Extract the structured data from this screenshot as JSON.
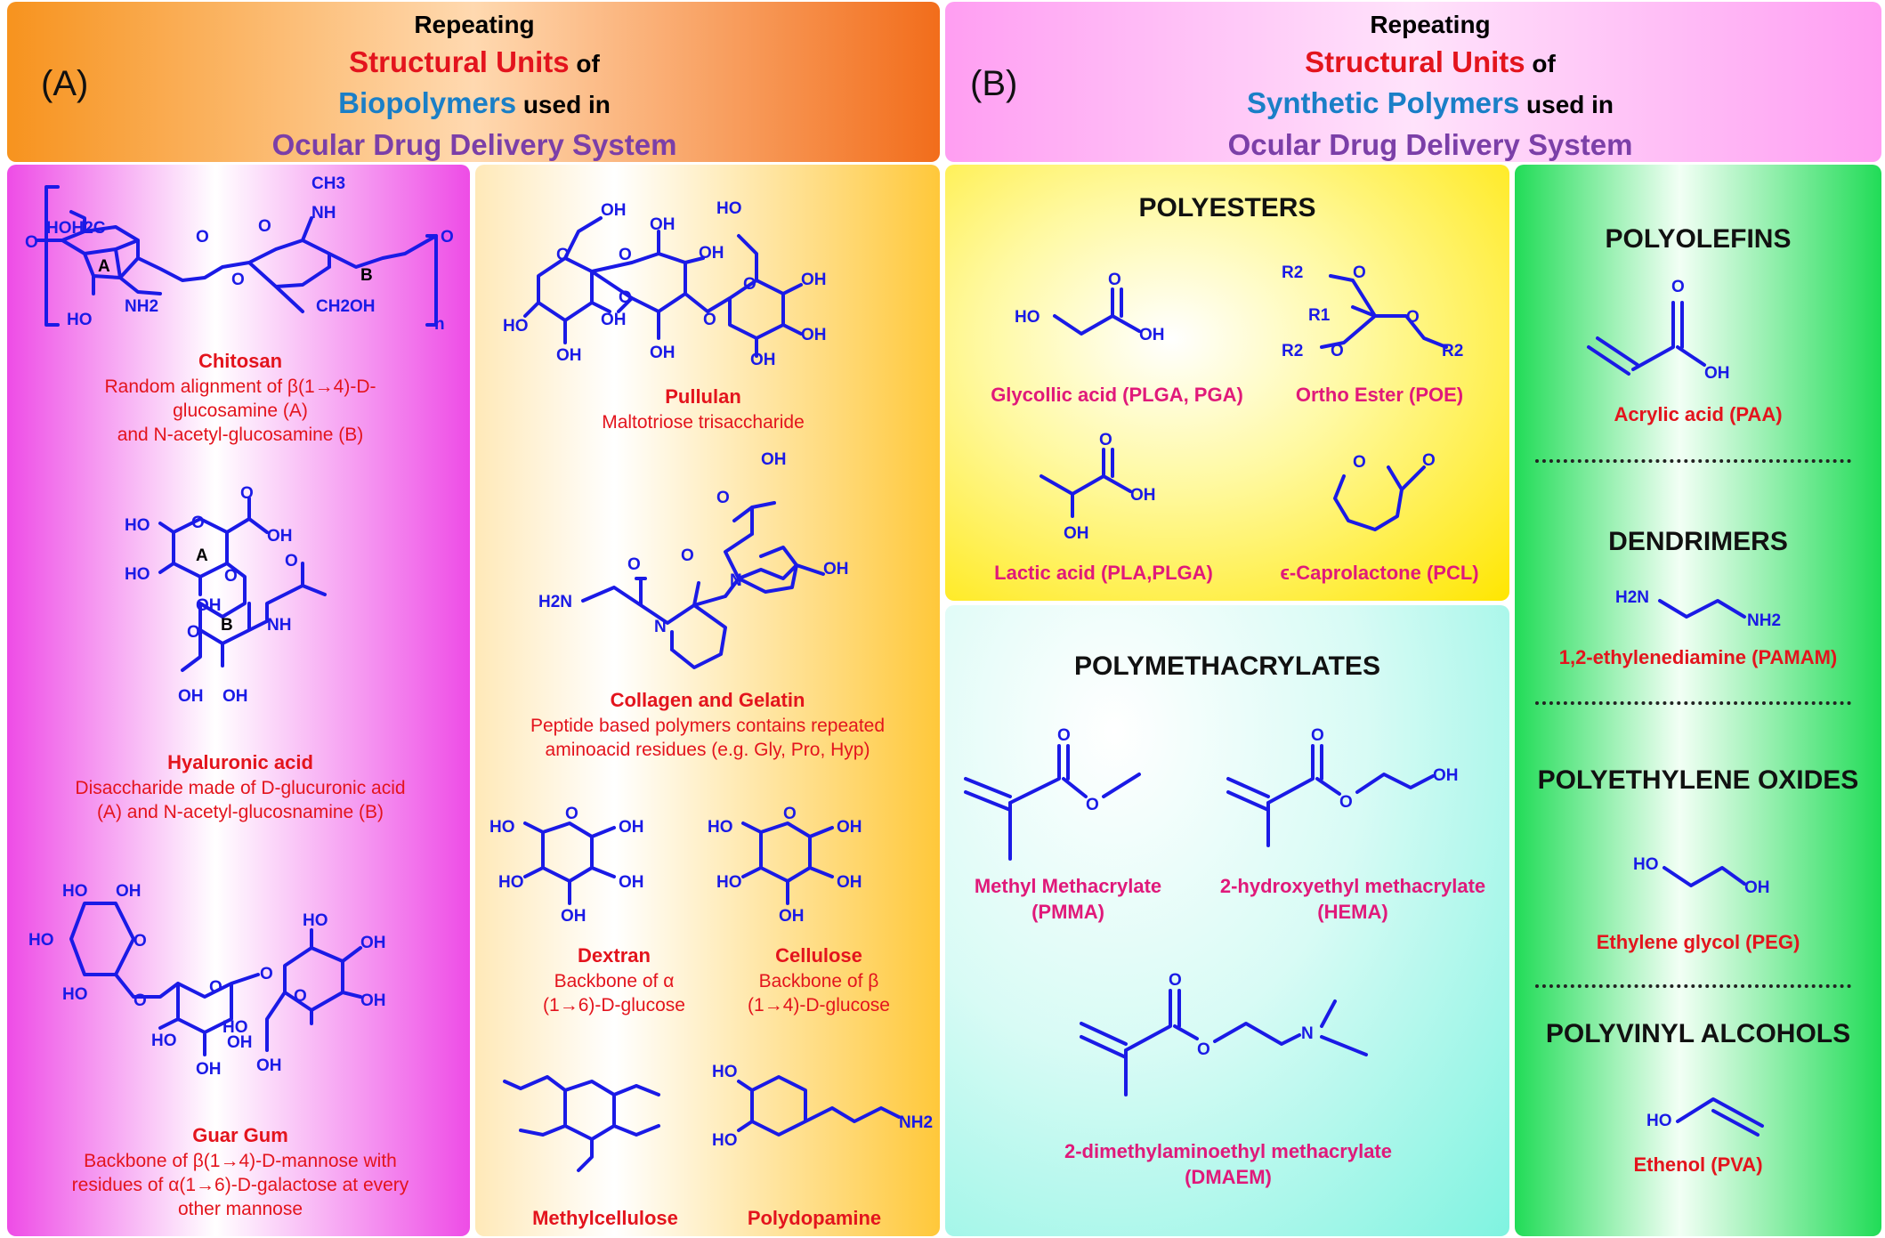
{
  "panel_a": {
    "label": "(A)",
    "header": {
      "l1": "Repeating",
      "l2a": "Structural Units",
      "l2b": " of",
      "l3a": "Biopolymers",
      "l3b": " used in",
      "l4": "Ocular Drug Delivery System"
    },
    "chitosan": {
      "name": "Chitosan",
      "desc1": "Random alignment of β(1→4)-D-",
      "desc2": "glucosamine (A)",
      "desc3": "and N-acetyl-glucosamine (B)"
    },
    "hyaluronic": {
      "name": "Hyaluronic acid",
      "desc1": "Disaccharide made of D-glucuronic acid",
      "desc2": "(A) and N-acetyl-glucosnamine (B)"
    },
    "guar": {
      "name": "Guar Gum",
      "desc1": "Backbone of β(1→4)-D-mannose with",
      "desc2": "residues of α(1→6)-D-galactose at every",
      "desc3": "other mannose"
    },
    "pullulan": {
      "name": "Pullulan",
      "desc": "Maltotriose trisaccharide"
    },
    "collagen": {
      "name": "Collagen and Gelatin",
      "desc1": "Peptide based polymers contains repeated",
      "desc2": "aminoacid residues (e.g. Gly, Pro, Hyp)"
    },
    "dextran": {
      "name": "Dextran",
      "desc1": "Backbone of α",
      "desc2": "(1→6)-D-glucose"
    },
    "cellulose": {
      "name": "Cellulose",
      "desc1": "Backbone of β",
      "desc2": "(1→4)-D-glucose"
    },
    "methylcellulose": {
      "name": "Methylcellulose"
    },
    "polydopamine": {
      "name": "Polydopamine"
    }
  },
  "panel_b": {
    "label": "(B)",
    "header": {
      "l1": "Repeating",
      "l2a": "Structural Units",
      "l2b": " of",
      "l3a": "Synthetic Polymers",
      "l3b": " used in",
      "l4": "Ocular Drug Delivery System"
    },
    "polyesters": {
      "title": "POLYESTERS",
      "glycolic": "Glycollic acid (PLGA, PGA)",
      "ortho": "Ortho Ester (POE)",
      "lactic": "Lactic acid (PLA,PLGA)",
      "caprolactone": "ϵ-Caprolactone (PCL)"
    },
    "polymethacrylates": {
      "title": "POLYMETHACRYLATES",
      "pmma1": "Methyl Methacrylate",
      "pmma2": "(PMMA)",
      "hema1": "2-hydroxyethyl methacrylate",
      "hema2": "(HEMA)",
      "dmaem1": "2-dimethylaminoethyl methacrylate",
      "dmaem2": "(DMAEM)"
    },
    "polyolefins": {
      "title": "POLYOLEFINS",
      "name": "Acrylic acid (PAA)"
    },
    "dendrimers": {
      "title": "DENDRIMERS",
      "name": "1,2-ethylenediamine (PAMAM)"
    },
    "peo": {
      "title": "POLYETHYLENE OXIDES",
      "name": "Ethylene glycol (PEG)"
    },
    "pva": {
      "title": "POLYVINYL ALCOHOLS",
      "name": "Ethenol (PVA)"
    }
  },
  "atoms": {
    "o": "O",
    "oh": "OH",
    "ho": "HO",
    "nh": "NH",
    "nh2": "NH2",
    "h2n": "H2N",
    "n": "N",
    "a": "A",
    "b": "B",
    "n_sub": "n",
    "hoh2c": "HOH2C",
    "ch2oh": "CH2OH",
    "ch3": "CH3",
    "r1": "R1",
    "r2": "R2"
  },
  "colors": {
    "orange": "#f7931e",
    "magenta": "#ee5ce8",
    "yellow": "#ffe600",
    "cyan": "#5ff0e0",
    "green": "#21dc57",
    "pink": "#ff9ef2",
    "bond": "#1a1ae6"
  }
}
